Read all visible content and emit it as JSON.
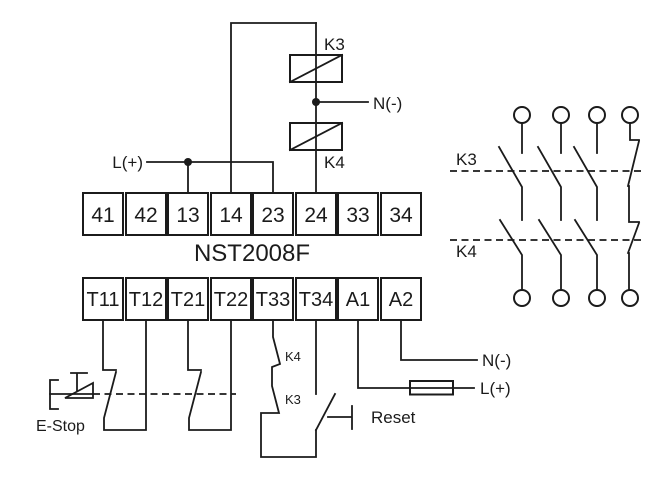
{
  "diagram": {
    "device": {
      "model": "NST2008F"
    },
    "terminal_blocks": {
      "top": [
        "41",
        "42",
        "13",
        "14",
        "23",
        "24",
        "33",
        "34"
      ],
      "bottom": [
        "T11",
        "T12",
        "T21",
        "T22",
        "T33",
        "T34",
        "A1",
        "A2"
      ]
    },
    "labels": {
      "coil_k3": "K3",
      "coil_k4": "K4",
      "neutral_top": "N(-)",
      "line_top": "L(+)",
      "neutral_bottom": "N(-)",
      "line_bottom": "L(+)",
      "estop": "E-Stop",
      "reset": "Reset",
      "feedback_k4": "K4",
      "feedback_k3": "K3",
      "ladder_group_k3": "K3",
      "ladder_group_k4": "K4"
    },
    "colors": {
      "line": "#1b1b1b",
      "background": "#ffffff"
    }
  }
}
